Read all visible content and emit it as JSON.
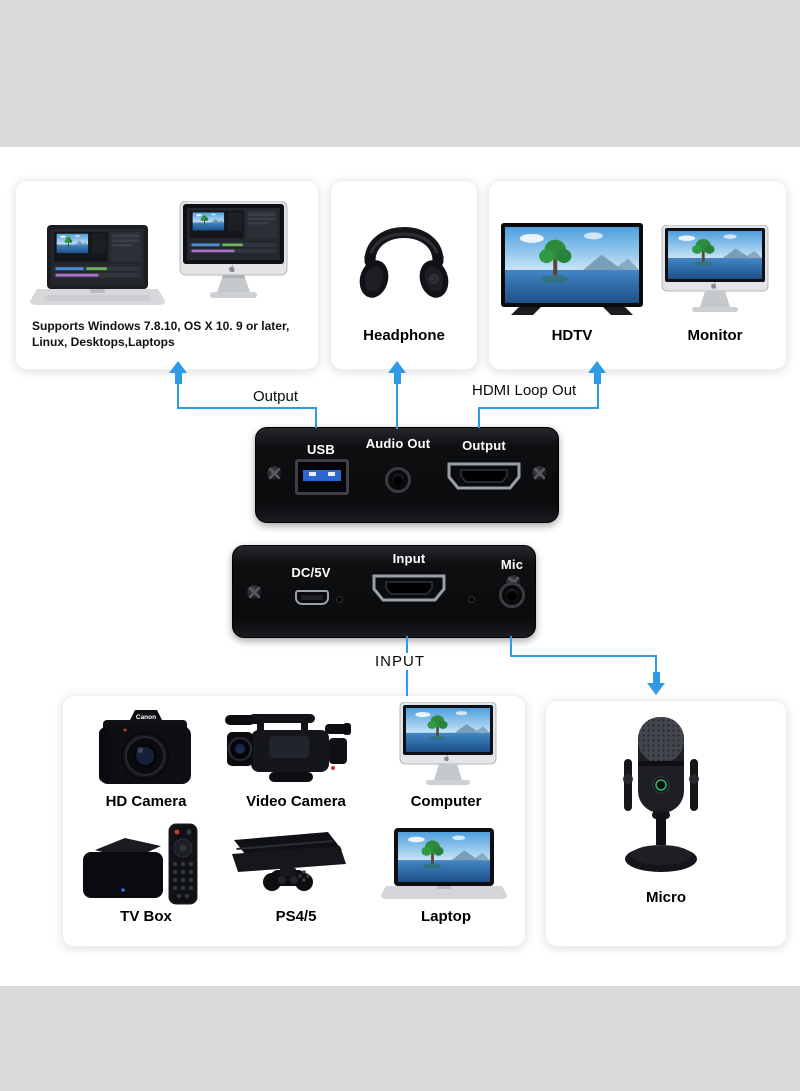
{
  "colors": {
    "accent_blue": "#2f9be6",
    "band_gray": "#d9d9d9",
    "device_black": "#0d0e10"
  },
  "output_section": {
    "computers_card": {
      "caption_line1": "Supports Windows 7.8.10, OS X 10. 9 or later,",
      "caption_line2": "Linux, Desktops,Laptops"
    },
    "headphone_card": {
      "label": "Headphone"
    },
    "displays_card": {
      "hdtv_label": "HDTV",
      "monitor_label": "Monitor"
    },
    "output_label": "Output",
    "hdmi_loop_out_label": "HDMI Loop Out"
  },
  "capture_device": {
    "top_view": {
      "usb_label": "USB",
      "audio_out_label": "Audio Out",
      "output_label": "Output"
    },
    "bottom_view": {
      "dc_label": "DC/5V",
      "input_label": "Input",
      "mic_label": "Mic"
    }
  },
  "input_section": {
    "input_label": "INPUT",
    "sources_card": {
      "items": [
        {
          "label": "HD Camera"
        },
        {
          "label": "Video Camera"
        },
        {
          "label": "Computer"
        },
        {
          "label": "TV Box"
        },
        {
          "label": "PS4/5"
        },
        {
          "label": "Laptop"
        }
      ]
    },
    "micro_card": {
      "label": "Micro"
    }
  },
  "logos": {
    "camera_brand": "Canon"
  }
}
